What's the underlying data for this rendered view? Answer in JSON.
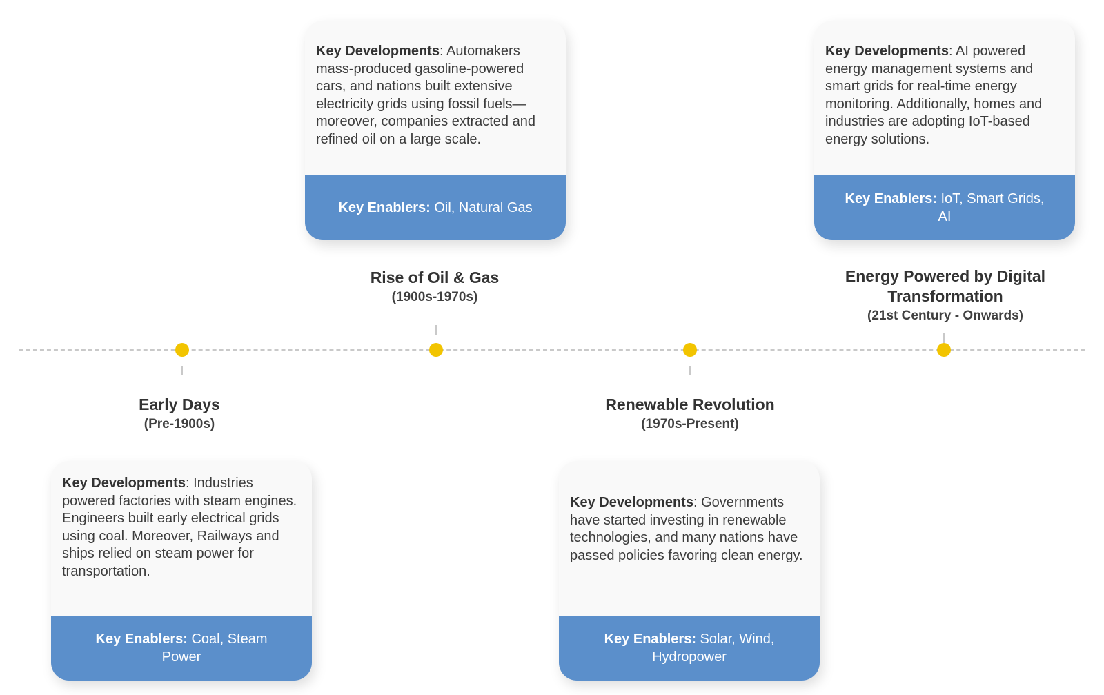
{
  "phases": [
    {
      "title": "Early Days",
      "period": "(Pre-1900s)",
      "dev_label": "Key Developments",
      "dev_sep": ":",
      "dev_text": " Industries powered factories with steam engines. Engineers built early electrical grids using coal. Moreover, Railways and ships relied on steam power for transportation.",
      "enablers_label": "Key Enablers:",
      "enablers_text": " Coal, Steam Power"
    },
    {
      "title": "Rise of Oil & Gas",
      "period": "(1900s-1970s)",
      "dev_label": "Key Developments",
      "dev_sep": ":",
      "dev_text": " Automakers mass-produced gasoline-powered cars, and nations built extensive electricity grids using fossil fuels—moreover, companies extracted and refined oil on a large scale.",
      "enablers_label": "Key Enablers:",
      "enablers_text": " Oil, Natural Gas"
    },
    {
      "title": "Renewable Revolution",
      "period": "(1970s-Present)",
      "dev_label": "Key Developments",
      "dev_sep": ":",
      "dev_text": " Governments have started investing in renewable technologies, and many nations have passed policies favoring clean energy.",
      "enablers_label": "Key Enablers:",
      "enablers_text": " Solar, Wind, Hydropower"
    },
    {
      "title": "Energy Powered by Digital Transformation",
      "period": "(21st Century - Onwards)",
      "dev_label": "Key Developments",
      "dev_sep": ":",
      "dev_text": " AI powered energy management systems and smart grids for real-time energy monitoring. Additionally, homes and industries are adopting IoT-based energy solutions.",
      "enablers_label": "Key Enablers:",
      "enablers_text": " IoT, Smart Grids, AI"
    }
  ],
  "colors": {
    "accent_dot": "#f2c400",
    "footer_blue": "#5b8fcb",
    "timeline_dash": "#c9c9c9"
  }
}
